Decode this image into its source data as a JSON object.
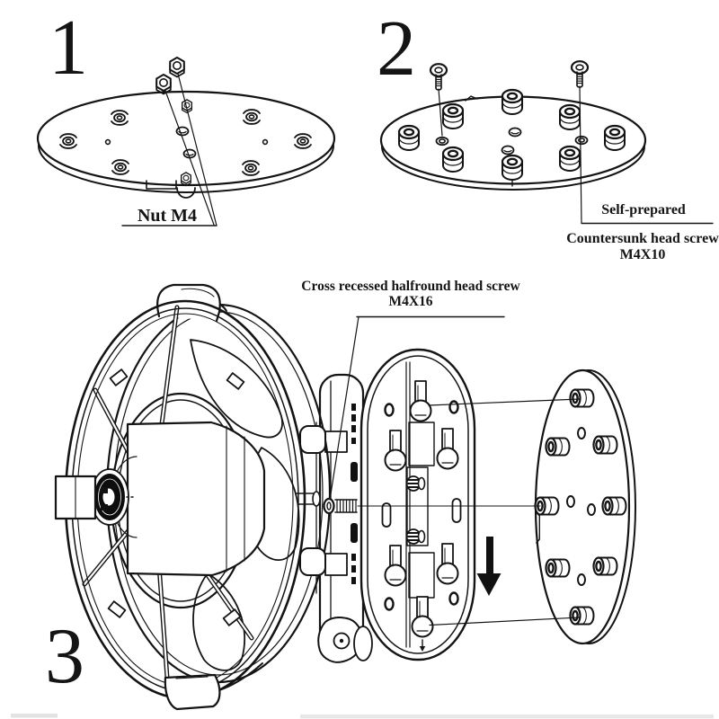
{
  "page": {
    "background": "#ffffff",
    "line_color": "#141414",
    "arrow_color": "#111111"
  },
  "steps": {
    "step1": {
      "number": "1",
      "nut_label": "Nut M4"
    },
    "step2": {
      "number": "2",
      "self_prepared_label": "Self-prepared",
      "screw_label": "Countersunk head screw",
      "screw_size": "M4X10"
    },
    "step3": {
      "number": "3",
      "screw_label": "Cross recessed halfround head screw",
      "screw_size": "M4X16"
    }
  },
  "icons": {
    "down_arrow": "down-arrow-icon"
  }
}
